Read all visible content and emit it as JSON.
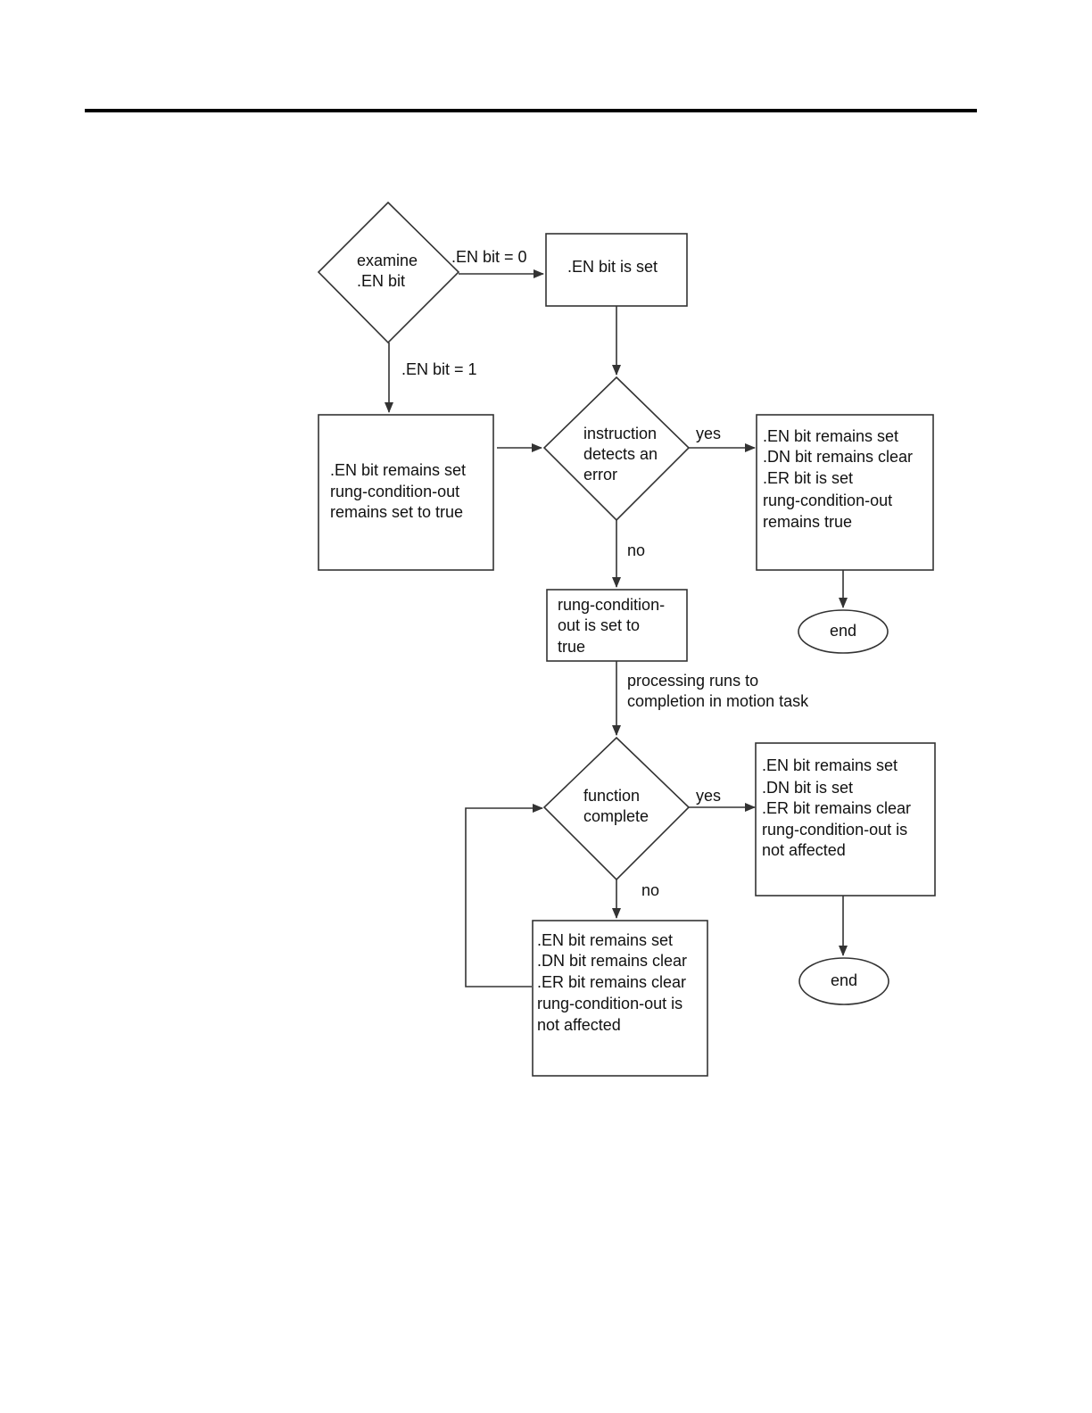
{
  "nodes": {
    "examine_en": [
      "examine",
      ".EN bit"
    ],
    "en_set": [
      ".EN bit is set"
    ],
    "en_remains_true": [
      ".EN bit remains set",
      "rung-condition-out",
      "remains set to true"
    ],
    "detects_error": [
      "instruction",
      "detects an",
      "error"
    ],
    "error_result": [
      ".EN bit remains set",
      ".DN bit remains clear",
      ".ER bit is set",
      "rung-condition-out",
      "remains true"
    ],
    "end_1": [
      "end"
    ],
    "rung_true": [
      "rung-condition-",
      "out is set to",
      "true"
    ],
    "function_complete": [
      "function",
      "complete"
    ],
    "complete_result": [
      ".EN bit remains set",
      ".DN bit is set",
      ".ER bit remains clear",
      "rung-condition-out is",
      "not affected"
    ],
    "end_2": [
      "end"
    ],
    "incomplete_result": [
      ".EN bit remains set",
      ".DN bit remains clear",
      ".ER bit remains clear",
      "rung-condition-out is",
      "not affected"
    ]
  },
  "edge_labels": {
    "en_zero": ".EN bit = 0",
    "en_one": ".EN bit = 1",
    "error_yes": "yes",
    "error_no": "no",
    "processing": [
      "processing runs to",
      "completion in motion task"
    ],
    "complete_yes": "yes",
    "complete_no": "no"
  },
  "colors": {
    "stroke": "#333333",
    "text": "#111111",
    "rule": "#000000"
  }
}
